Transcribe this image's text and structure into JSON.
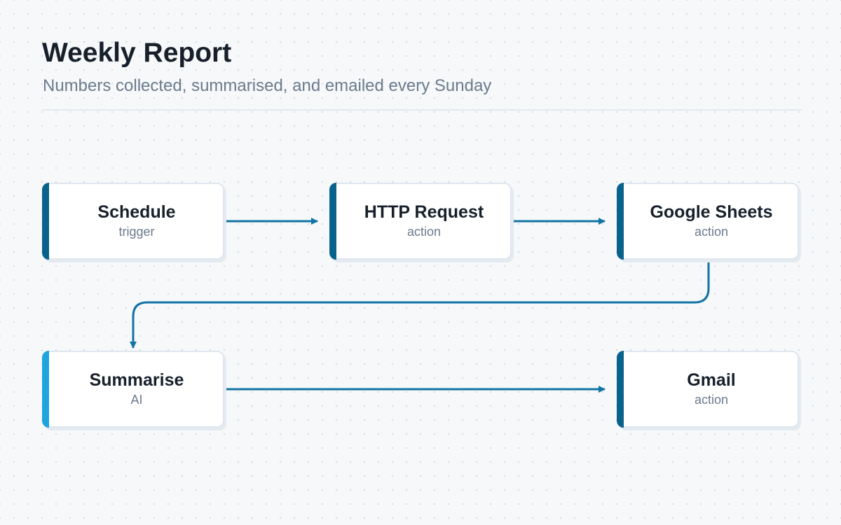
{
  "header": {
    "title": "Weekly Report",
    "subtitle": "Numbers collected, summarised, and emailed every Sunday"
  },
  "colors": {
    "edge": "#1273a5",
    "accent_dark": "#08628c",
    "accent_ai": "#1ea5dd"
  },
  "nodes": [
    {
      "id": "schedule",
      "title": "Schedule",
      "type": "trigger"
    },
    {
      "id": "http-request",
      "title": "HTTP Request",
      "type": "action"
    },
    {
      "id": "google-sheets",
      "title": "Google Sheets",
      "type": "action"
    },
    {
      "id": "summarise",
      "title": "Summarise",
      "type": "AI"
    },
    {
      "id": "gmail",
      "title": "Gmail",
      "type": "action"
    }
  ],
  "edges": [
    {
      "from": "schedule",
      "to": "http-request"
    },
    {
      "from": "http-request",
      "to": "google-sheets"
    },
    {
      "from": "google-sheets",
      "to": "summarise"
    },
    {
      "from": "summarise",
      "to": "gmail"
    }
  ]
}
